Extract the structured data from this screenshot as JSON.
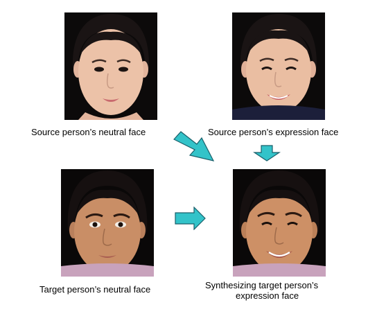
{
  "faces": {
    "source_neutral": {
      "caption": "Source person’s neutral face"
    },
    "source_expression": {
      "caption": "Source person’s expression face"
    },
    "target_neutral": {
      "caption": "Target person’s neutral face"
    },
    "target_expression": {
      "caption_line1": "Synthesizing target person’s",
      "caption_line2": "expression face"
    }
  },
  "colors": {
    "arrow_fill": "#33c3c9",
    "arrow_stroke": "#1a5f6a",
    "background": "#ffffff"
  }
}
